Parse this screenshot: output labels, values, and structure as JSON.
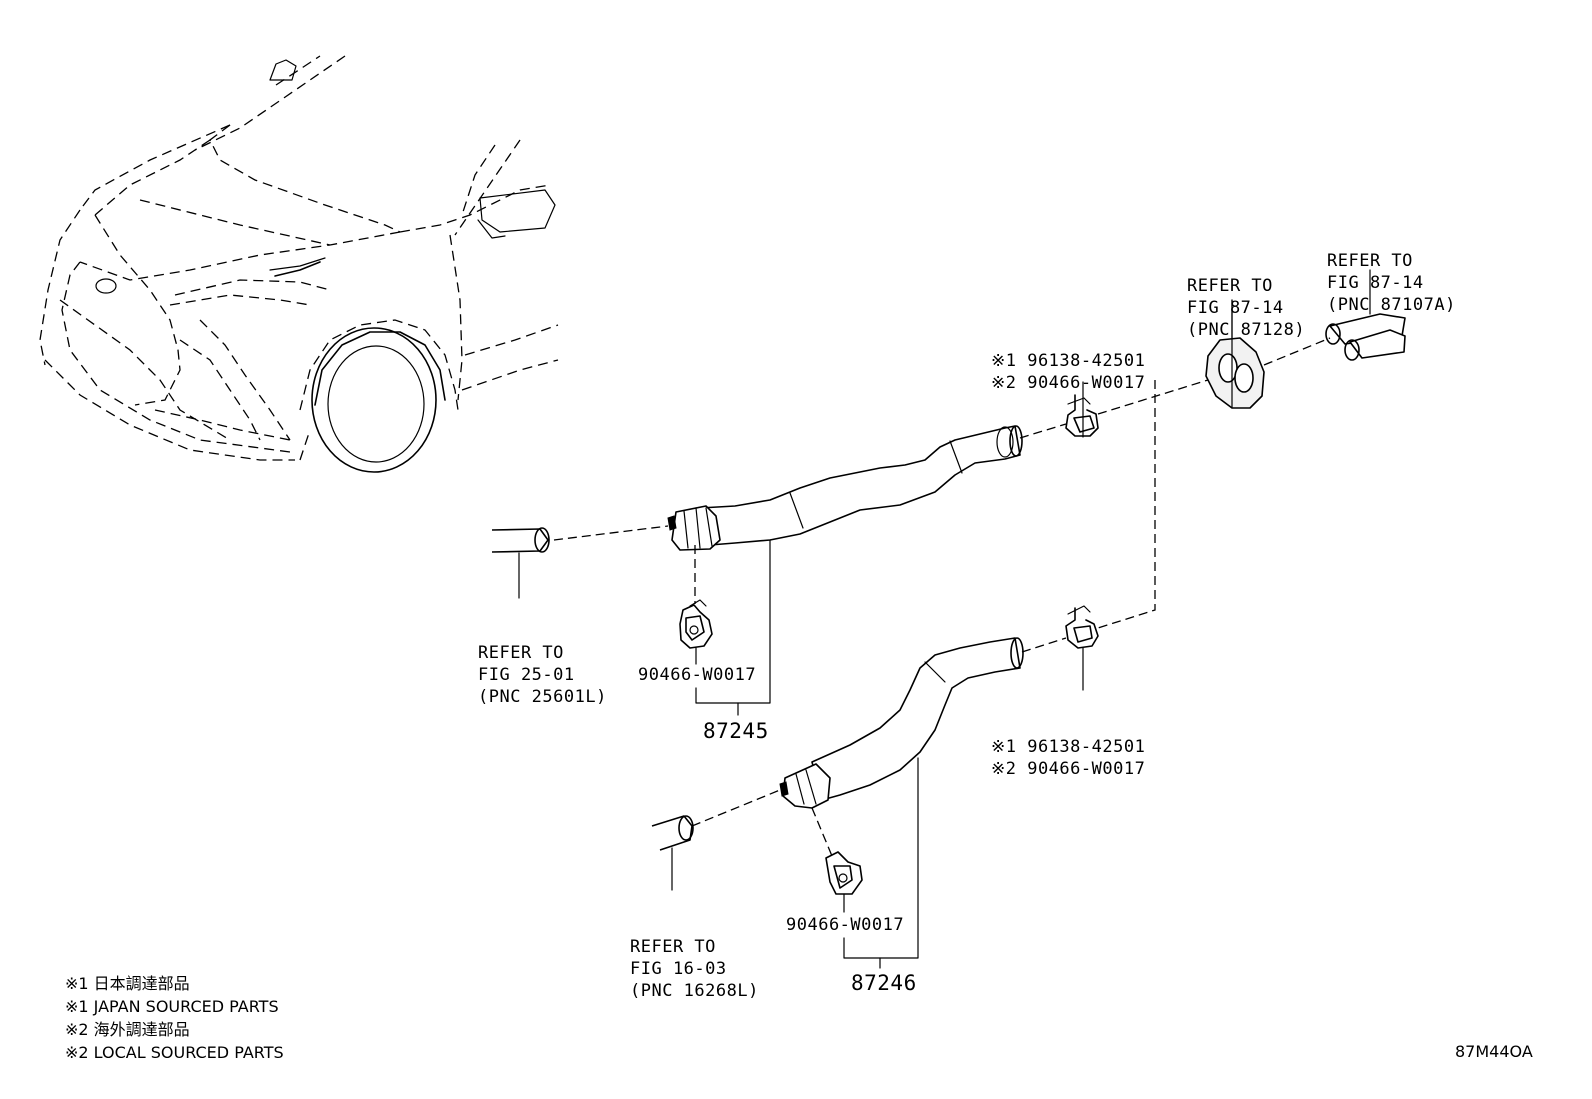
{
  "diagram": {
    "code": "87M44OA",
    "parts": {
      "hose_upper": "87245",
      "hose_lower": "87246",
      "clamp_upper_inlet": "90466-W0017",
      "clamp_lower_inlet": "90466-W0017"
    },
    "clamp_upper_outlet": {
      "line1": "※1 96138-42501",
      "line2": "※2 90466-W0017"
    },
    "clamp_lower_outlet": {
      "line1": "※1 96138-42501",
      "line2": "※2 90466-W0017"
    },
    "refs": {
      "ref_25_01": {
        "l1": "REFER TO",
        "l2": "FIG 25-01",
        "l3": "(PNC 25601L)"
      },
      "ref_16_03": {
        "l1": "REFER TO",
        "l2": "FIG 16-03",
        "l3": "(PNC 16268L)"
      },
      "ref_87128": {
        "l1": "REFER TO",
        "l2": "FIG 87-14",
        "l3": "(PNC 87128)"
      },
      "ref_87107a": {
        "l1": "REFER TO",
        "l2": "FIG 87-14",
        "l3": "(PNC 87107A)"
      }
    },
    "notes": [
      "※1 日本調達部品",
      "※1 JAPAN SOURCED PARTS",
      "※2 海外調達部品",
      "※2 LOCAL SOURCED PARTS"
    ]
  }
}
